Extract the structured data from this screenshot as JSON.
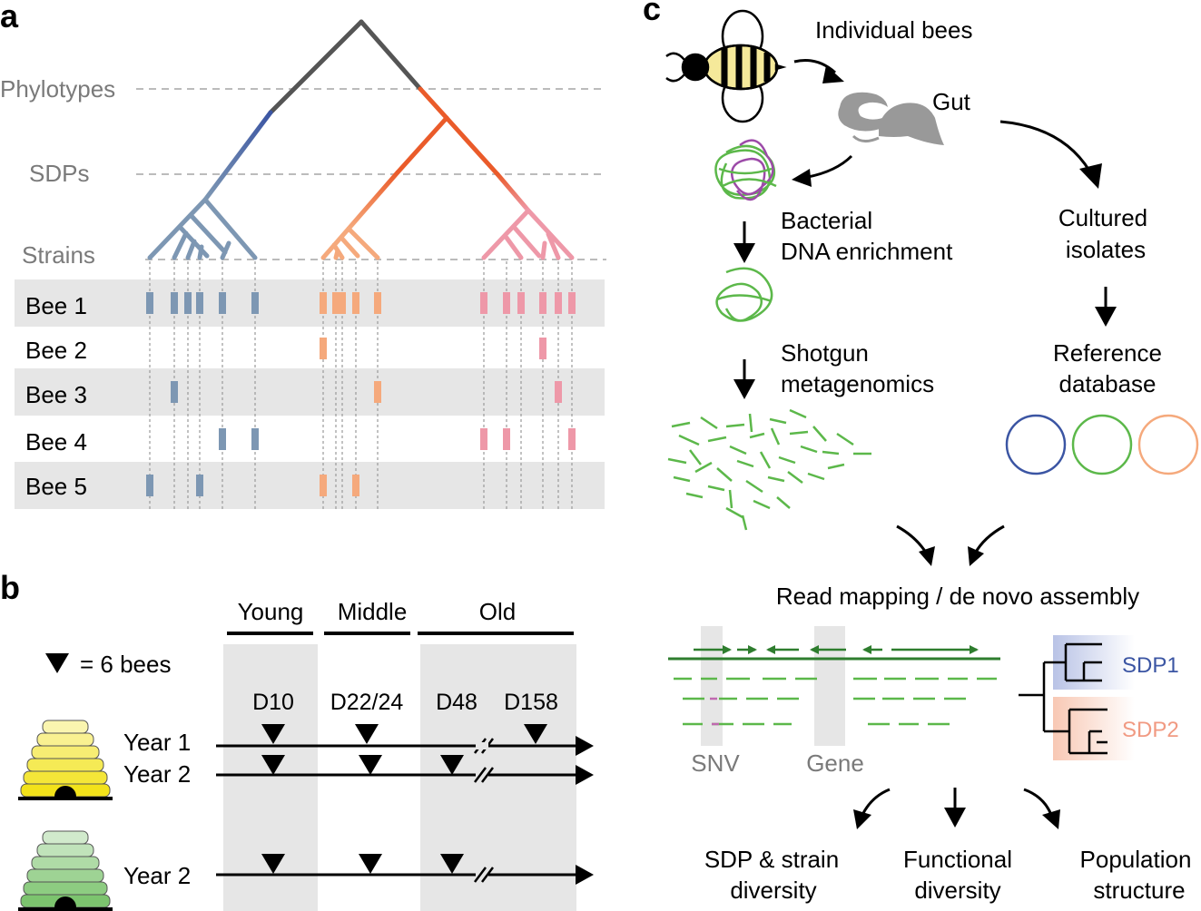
{
  "panel_a": {
    "letter": "a",
    "levels": [
      "Phylotypes",
      "SDPs",
      "Strains"
    ],
    "bees": [
      "Bee 1",
      "Bee 2",
      "Bee 3",
      "Bee 4",
      "Bee 5"
    ],
    "colors": {
      "blue": "#7d97b3",
      "orange": "#f5a97c",
      "pink": "#ee98a8",
      "blue_dark": "#3b55a3",
      "orange_dark": "#ea5b2a",
      "grey": "#555555"
    },
    "presence": {
      "blue": [
        [
          1,
          0,
          0,
          0,
          1
        ],
        [
          1,
          0,
          1,
          0,
          0
        ],
        [
          1,
          0,
          0,
          0,
          0
        ],
        [
          1,
          0,
          0,
          0,
          1
        ],
        [
          1,
          0,
          0,
          1,
          0
        ],
        [
          1,
          0,
          0,
          1,
          0
        ]
      ],
      "orange": [
        [
          1,
          1,
          0,
          0,
          1
        ],
        [
          1,
          0,
          0,
          0,
          0
        ],
        [
          1,
          0,
          0,
          0,
          0
        ],
        [
          1,
          0,
          0,
          0,
          1
        ],
        [
          1,
          0,
          1,
          0,
          0
        ]
      ],
      "pink": [
        [
          1,
          0,
          0,
          1,
          0
        ],
        [
          1,
          0,
          0,
          1,
          0
        ],
        [
          1,
          0,
          0,
          0,
          0
        ],
        [
          1,
          1,
          0,
          0,
          0
        ],
        [
          1,
          0,
          1,
          0,
          0
        ],
        [
          1,
          0,
          0,
          1,
          0
        ]
      ]
    }
  },
  "panel_b": {
    "letter": "b",
    "age_groups": [
      "Young",
      "Middle",
      "Old"
    ],
    "legend": "= 6 bees",
    "timepoints": [
      "D10",
      "D22/24",
      "D48",
      "D158"
    ],
    "rows": [
      "Year 1",
      "Year 2",
      "Year 2"
    ],
    "hive_colors": {
      "yellow": "#f2e21a",
      "green": "#7cc46e"
    }
  },
  "panel_c": {
    "letter": "c",
    "individual_bees": "Individual bees",
    "gut": "Gut",
    "bacterial_dna": [
      "Bacterial",
      "DNA enrichment"
    ],
    "cultured": [
      "Cultured",
      "isolates"
    ],
    "shotgun": [
      "Shotgun",
      "metagenomics"
    ],
    "reference": [
      "Reference",
      "database"
    ],
    "read_mapping": "Read mapping / de novo assembly",
    "snv": "SNV",
    "gene": "Gene",
    "sdp1": "SDP1",
    "sdp2": "SDP2",
    "outputs": [
      [
        "SDP & strain",
        "diversity"
      ],
      [
        "Functional",
        "diversity"
      ],
      [
        "Population",
        "structure"
      ]
    ],
    "colors": {
      "green": "#5cb84a",
      "dark_green": "#2e7d2e",
      "purple": "#9c4aa8",
      "sdp1": "#3b55a3",
      "sdp2": "#f19a82"
    }
  }
}
